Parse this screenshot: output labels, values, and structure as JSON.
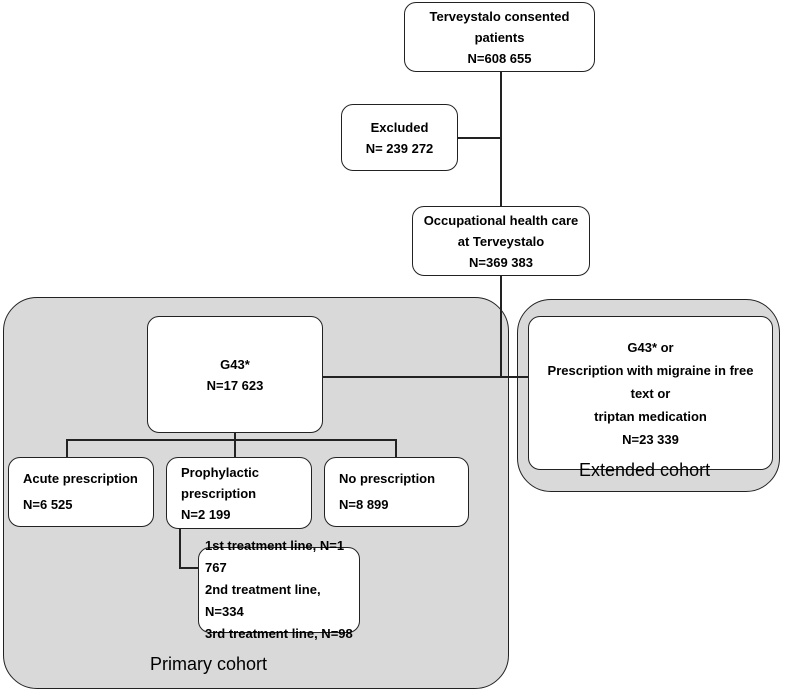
{
  "nodes": {
    "consented": {
      "title_lines": [
        "Terveystalo consented",
        "patients"
      ],
      "n": "N=608 655"
    },
    "excluded": {
      "title_lines": [
        "Excluded"
      ],
      "n": "N= 239 272"
    },
    "occupational": {
      "title_lines": [
        "Occupational health care",
        "at Terveystalo"
      ],
      "n": "N=369 383"
    },
    "g43": {
      "title_lines": [
        "G43*"
      ],
      "n": "N=17 623"
    },
    "extended": {
      "title_lines": [
        "G43* or",
        "Prescription with migraine in free",
        "text or",
        "triptan medication"
      ],
      "n": "N=23 339"
    },
    "acute": {
      "title_lines": [
        "Acute prescription"
      ],
      "n": "N=6 525"
    },
    "prophylactic": {
      "title_lines": [
        "Prophylactic",
        "prescription"
      ],
      "n": "N=2 199"
    },
    "no_prescription": {
      "title_lines": [
        "No prescription"
      ],
      "n": "N=8 899"
    },
    "treatment_lines": [
      "1st treatment line, N=1 767",
      "2nd treatment line, N=334",
      "3rd treatment line, N=98"
    ]
  },
  "regions": {
    "primary_label": "Primary cohort",
    "extended_label": "Extended cohort"
  }
}
